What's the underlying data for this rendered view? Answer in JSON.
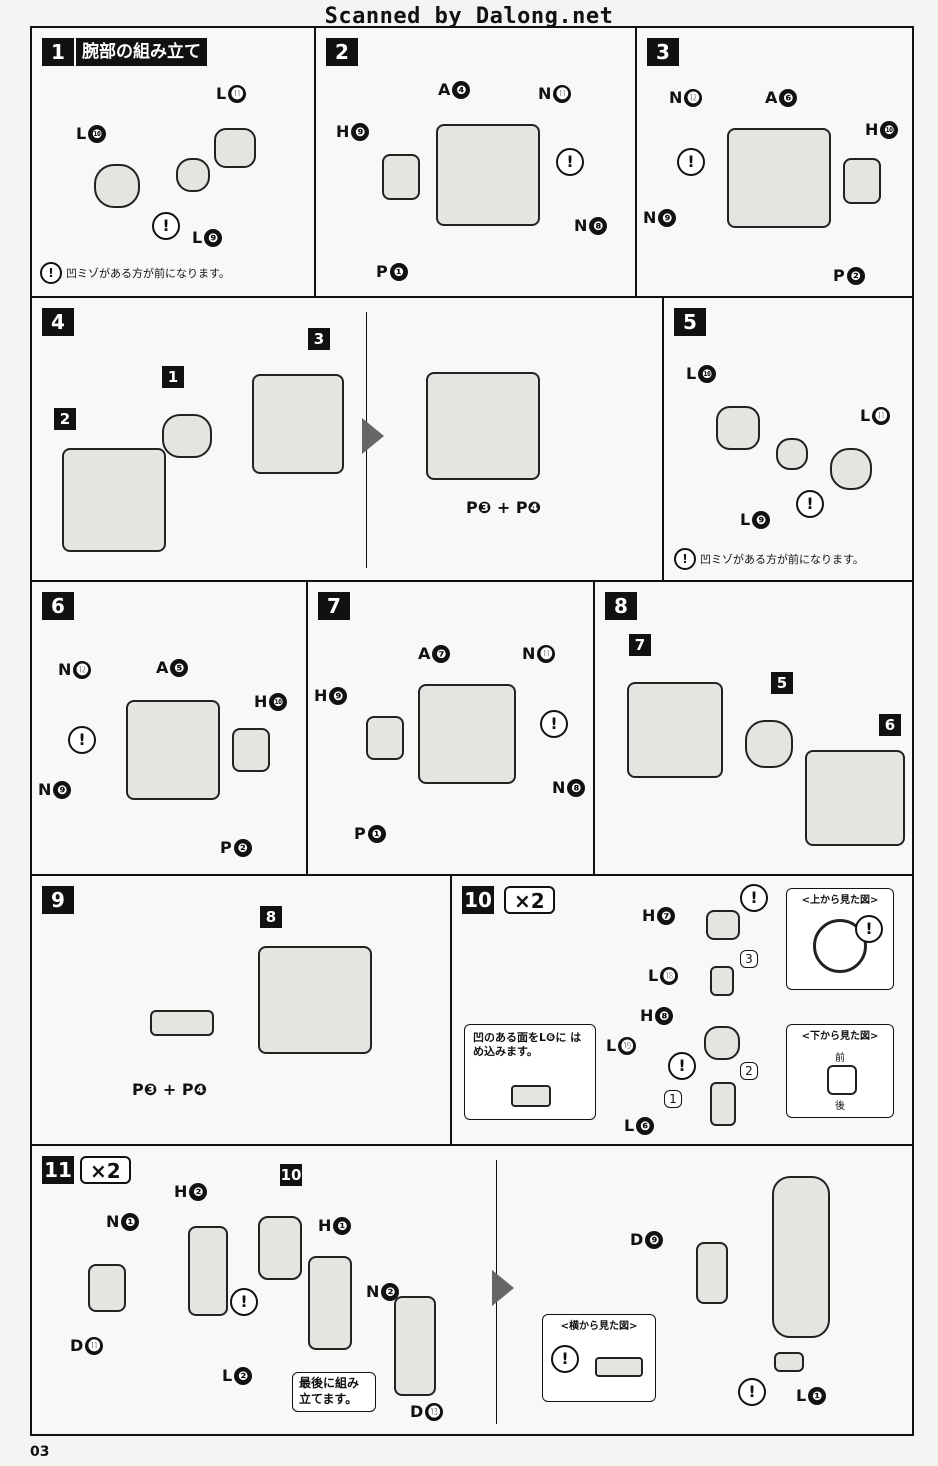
{
  "watermark": "Scanned by Dalong.net",
  "page_number": "03",
  "steps": {
    "s1": {
      "num": "1",
      "title": "腕部の組み立て",
      "note": "凹ミゾがある方が前になります。",
      "labels": [
        {
          "l": "L",
          "n": "⓫"
        },
        {
          "l": "L",
          "n": "❿"
        },
        {
          "l": "L",
          "n": "❾"
        }
      ]
    },
    "s2": {
      "num": "2",
      "labels": [
        {
          "l": "A",
          "n": "❹"
        },
        {
          "l": "N",
          "n": "⓫"
        },
        {
          "l": "H",
          "n": "❾"
        },
        {
          "l": "N",
          "n": "❽"
        },
        {
          "l": "P",
          "n": "❶"
        }
      ]
    },
    "s3": {
      "num": "3",
      "labels": [
        {
          "l": "N",
          "n": "⓬"
        },
        {
          "l": "A",
          "n": "❻"
        },
        {
          "l": "H",
          "n": "❿"
        },
        {
          "l": "N",
          "n": "❾"
        },
        {
          "l": "P",
          "n": "❷"
        }
      ]
    },
    "s4": {
      "num": "4",
      "sub": [
        "2",
        "1",
        "3"
      ],
      "combo": "P❸ + P❹"
    },
    "s5": {
      "num": "5",
      "note": "凹ミゾがある方が前になります。",
      "labels": [
        {
          "l": "L",
          "n": "❿"
        },
        {
          "l": "L",
          "n": "⓫"
        },
        {
          "l": "L",
          "n": "❾"
        }
      ]
    },
    "s6": {
      "num": "6",
      "labels": [
        {
          "l": "N",
          "n": "⓬"
        },
        {
          "l": "A",
          "n": "❺"
        },
        {
          "l": "H",
          "n": "❿"
        },
        {
          "l": "N",
          "n": "❾"
        },
        {
          "l": "P",
          "n": "❷"
        }
      ]
    },
    "s7": {
      "num": "7",
      "labels": [
        {
          "l": "A",
          "n": "❼"
        },
        {
          "l": "N",
          "n": "⓫"
        },
        {
          "l": "H",
          "n": "❾"
        },
        {
          "l": "N",
          "n": "❽"
        },
        {
          "l": "P",
          "n": "❶"
        }
      ]
    },
    "s8": {
      "num": "8",
      "sub": [
        "7",
        "5",
        "6"
      ]
    },
    "s9": {
      "num": "9",
      "sub": [
        "8"
      ],
      "combo": "P❸ + P❹"
    },
    "s10": {
      "num": "10",
      "mult": "×2",
      "labels": [
        {
          "l": "H",
          "n": "❼"
        },
        {
          "l": "L",
          "n": "⓲"
        },
        {
          "l": "H",
          "n": "❽"
        },
        {
          "l": "L",
          "n": "⓳"
        },
        {
          "l": "L",
          "n": "❻"
        }
      ],
      "order": [
        "3",
        "2",
        "1"
      ],
      "top_view": "<上から見た図>",
      "bottom_view": "<下から見た図>",
      "front": "前",
      "back": "後",
      "fit_note": "凹のある面をL❻に はめ込みます。"
    },
    "s11": {
      "num": "11",
      "mult": "×2",
      "sub": [
        "10"
      ],
      "labels": [
        {
          "l": "H",
          "n": "❷"
        },
        {
          "l": "N",
          "n": "❶"
        },
        {
          "l": "H",
          "n": "❶"
        },
        {
          "l": "N",
          "n": "❷"
        },
        {
          "l": "D",
          "n": "⓫"
        },
        {
          "l": "L",
          "n": "❷"
        },
        {
          "l": "D",
          "n": "⓭"
        },
        {
          "l": "D",
          "n": "❾"
        },
        {
          "l": "L",
          "n": "❶"
        }
      ],
      "last_note": "最後に組み 立てます。",
      "side_view": "<横から見た図>"
    }
  },
  "warning_symbol": "!"
}
